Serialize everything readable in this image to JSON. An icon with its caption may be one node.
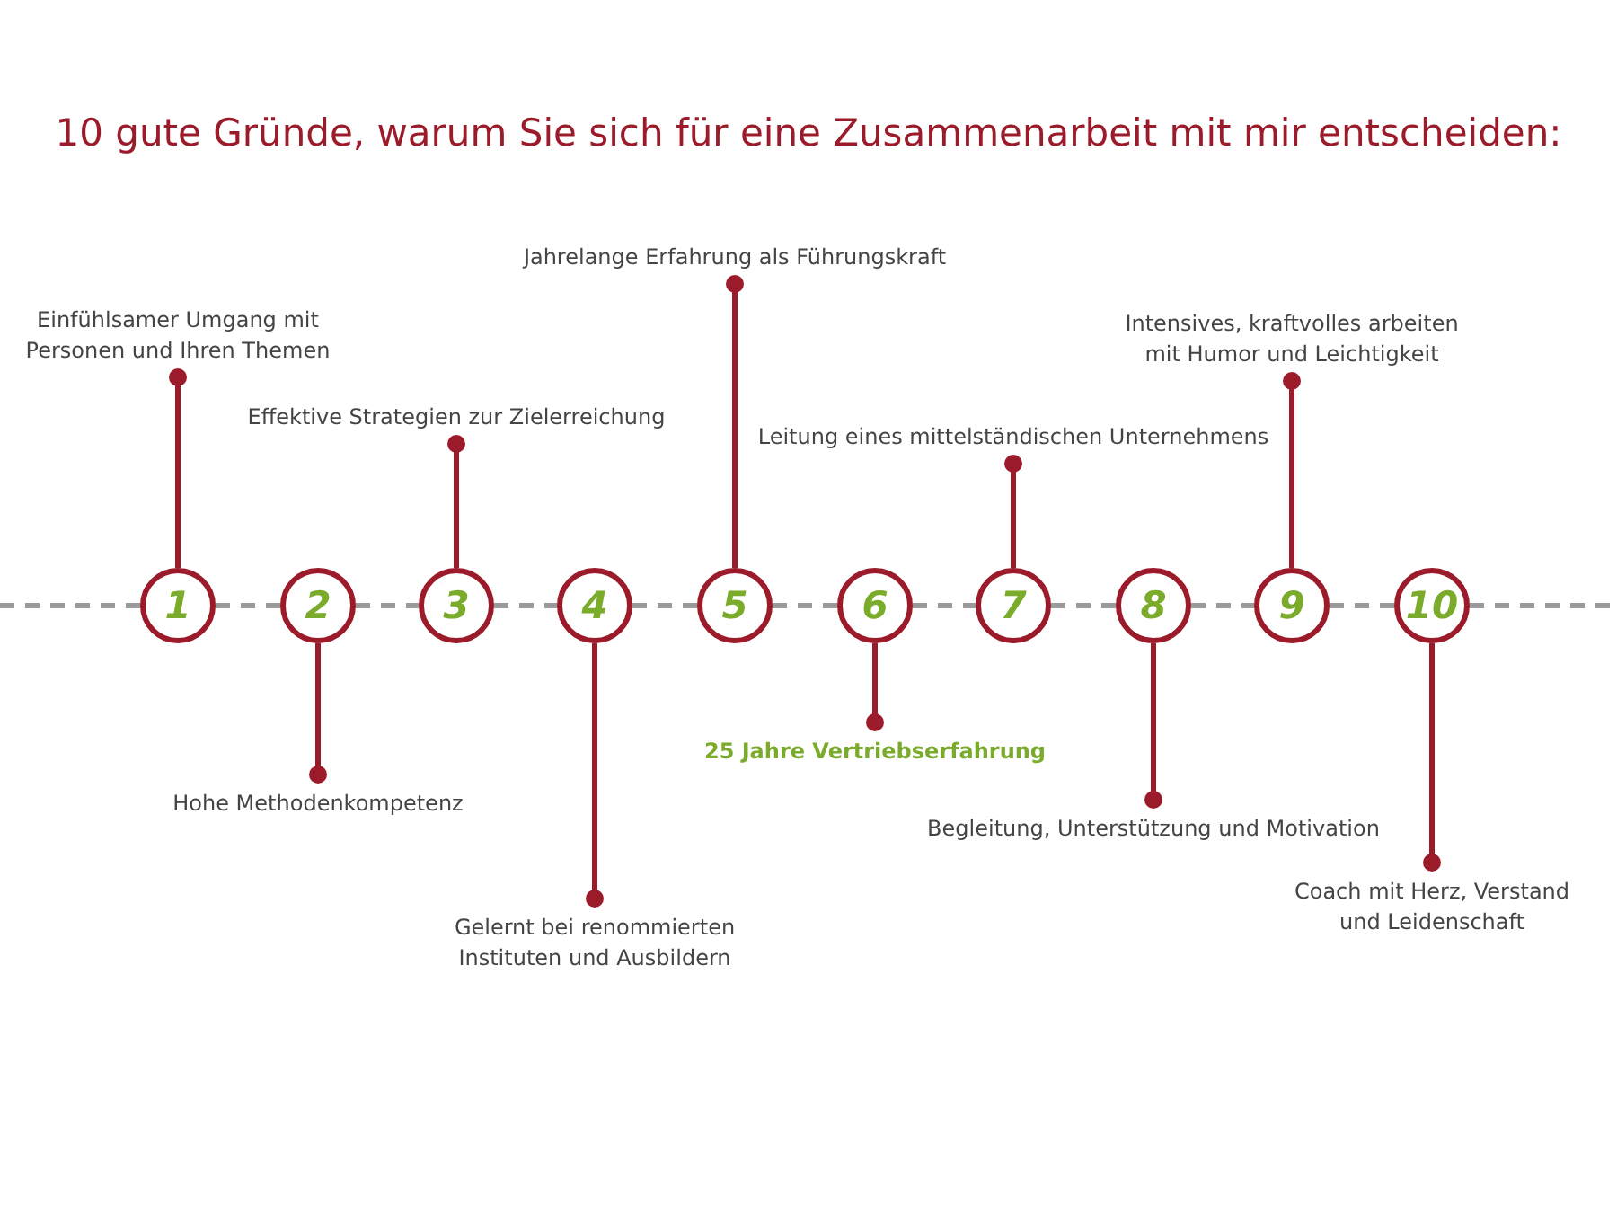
{
  "diagram": {
    "title": "10 gute Gründe, warum Sie sich für eine Zusammenarbeit mit mir entscheiden:",
    "nodes": [
      {
        "text": [
          "1"
        ]
      },
      {
        "text": [
          "2"
        ]
      },
      {
        "text": [
          "3"
        ]
      },
      {
        "text": [
          "4"
        ]
      },
      {
        "text": [
          "5"
        ]
      },
      {
        "text": [
          "6"
        ]
      },
      {
        "text": [
          "7"
        ]
      },
      {
        "text": [
          "8"
        ]
      },
      {
        "text": [
          "9"
        ]
      },
      {
        "text": [
          "10"
        ]
      },
      {
        "text": [
          "Einfühlsamer Umgang mit Personen und Ihren Themen"
        ]
      },
      {
        "text": [
          "Hohe Methodenkompetenz"
        ]
      },
      {
        "text": [
          "Effektive Strategien zur Zielerreichung"
        ]
      },
      {
        "text": [
          "Gelernt bei renommierten Instituten und Ausbildern"
        ]
      },
      {
        "text": [
          "Jahrelange Erfahrung als Führungskraft"
        ]
      },
      {
        "text": [
          "25 Jahre Vertriebserfahrung"
        ]
      },
      {
        "text": [
          "Leitung eines mittelständischen Unternehmens"
        ]
      },
      {
        "text": [
          "Begleitung, Unterstützung und Motivation"
        ]
      },
      {
        "text": [
          "Intensives, kraftvolles arbeiten mit Humor und Leichtigkeit"
        ]
      },
      {
        "text": [
          "Coach mit Herz, Verstand und Leidenschaft"
        ]
      }
    ],
    "edges": [
      {
        "from": null,
        "to": 0,
        "arrow": "none",
        "style": "dashed",
        "color": "#9a9a9a"
      },
      {
        "from": 0,
        "to": 1,
        "arrow": "none",
        "style": "dashed",
        "color": "#9a9a9a"
      },
      {
        "from": 1,
        "to": 2,
        "arrow": "none",
        "style": "dashed",
        "color": "#9a9a9a"
      },
      {
        "from": 2,
        "to": 3,
        "arrow": "none",
        "style": "dashed",
        "color": "#9a9a9a"
      },
      {
        "from": 3,
        "to": 4,
        "arrow": "none",
        "style": "dashed",
        "color": "#9a9a9a"
      },
      {
        "from": 4,
        "to": 5,
        "arrow": "none",
        "style": "dashed",
        "color": "#9a9a9a"
      },
      {
        "from": 5,
        "to": 6,
        "arrow": "none",
        "style": "dashed",
        "color": "#9a9a9a"
      },
      {
        "from": 6,
        "to": 7,
        "arrow": "none",
        "style": "dashed",
        "color": "#9a9a9a"
      },
      {
        "from": 7,
        "to": 8,
        "arrow": "none",
        "style": "dashed",
        "color": "#9a9a9a"
      },
      {
        "from": 8,
        "to": 9,
        "arrow": "none",
        "style": "dashed",
        "color": "#9a9a9a"
      },
      {
        "from": 9,
        "to": null,
        "arrow": "none",
        "style": "dashed",
        "color": "#9a9a9a"
      },
      {
        "from": 10,
        "to": 0,
        "arrow": "other",
        "color": "#9b1b2a"
      },
      {
        "from": 11,
        "to": 1,
        "arrow": "other",
        "color": "#9b1b2a"
      },
      {
        "from": 12,
        "to": 2,
        "arrow": "other",
        "color": "#9b1b2a"
      },
      {
        "from": 13,
        "to": 3,
        "arrow": "other",
        "color": "#9b1b2a"
      },
      {
        "from": 14,
        "to": 4,
        "arrow": "other",
        "color": "#9b1b2a"
      },
      {
        "from": 15,
        "to": 5,
        "arrow": "other",
        "color": "#9b1b2a"
      },
      {
        "from": 16,
        "to": 6,
        "arrow": "other",
        "color": "#9b1b2a"
      },
      {
        "from": 17,
        "to": 7,
        "arrow": "other",
        "color": "#9b1b2a"
      },
      {
        "from": 18,
        "to": 8,
        "arrow": "other",
        "color": "#9b1b2a"
      },
      {
        "from": 19,
        "to": 9,
        "arrow": "other",
        "color": "#9b1b2a"
      }
    ]
  }
}
